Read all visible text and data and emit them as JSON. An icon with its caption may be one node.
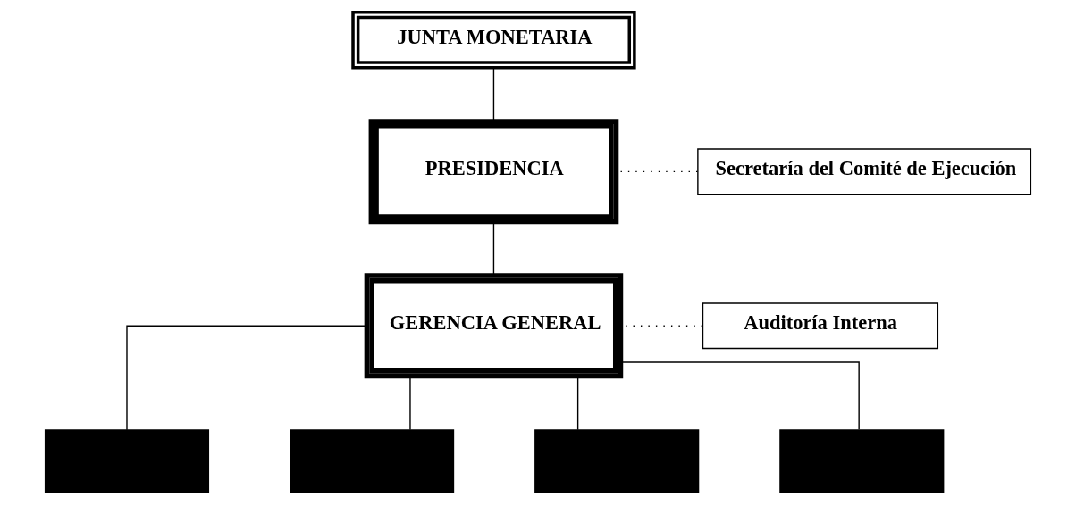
{
  "diagram": {
    "nodes": [
      {
        "text": [
          "JUNTA MONETARIA"
        ]
      },
      {
        "text": [
          "PRESIDENCIA"
        ]
      },
      {
        "text": [
          "Secretaría del Comité de Ejecución"
        ]
      },
      {
        "text": [
          "GERENCIA GENERAL"
        ]
      },
      {
        "text": [
          "Auditoría Interna"
        ]
      },
      {
        "text": [],
        "shape": "box"
      },
      {
        "text": [],
        "shape": "box"
      },
      {
        "text": [],
        "shape": "box"
      },
      {
        "text": [],
        "shape": "box"
      }
    ],
    "edges": [
      {
        "from": 0,
        "to": 1,
        "arrow": "none"
      },
      {
        "from": 2,
        "to": 1,
        "arrow": "none",
        "style": "dashed"
      },
      {
        "from": 1,
        "to": 3,
        "arrow": "none"
      },
      {
        "from": 4,
        "to": 3,
        "arrow": "none",
        "style": "dashed"
      },
      {
        "from": 3,
        "to": 5,
        "arrow": "none"
      },
      {
        "from": 3,
        "to": 6,
        "arrow": "none"
      },
      {
        "from": 3,
        "to": 7,
        "arrow": "none"
      },
      {
        "from": 3,
        "to": 8,
        "arrow": "none"
      }
    ]
  }
}
